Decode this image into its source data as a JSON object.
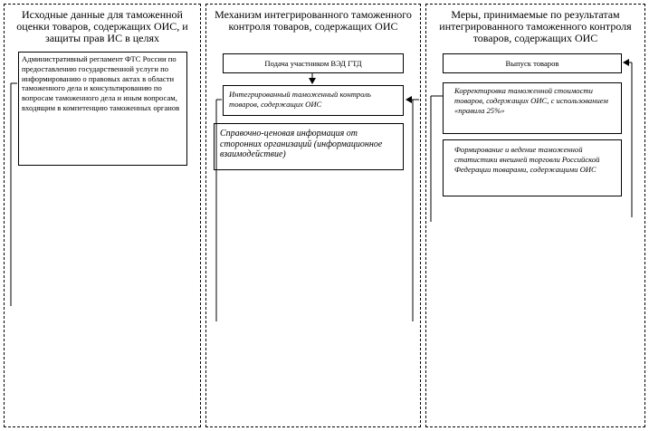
{
  "columns": [
    {
      "title": "Исходные данные для таможенной оценки товаров, содержащих ОИС, и защиты прав ИС в целях",
      "boxes": [
        {
          "text": "Административный регламент ФТС России по предоставлению государственной услуги по информированию о правовых актах в области таможенного дела и консультированию по вопросам таможенного дела и иным вопросам, входящим в компетенцию таможенных органов"
        }
      ]
    },
    {
      "title": "Механизм интегрированного таможенного контроля товаров, содержащих ОИС",
      "boxes": [
        {
          "text": "Подача участником ВЭД ГТД"
        },
        {
          "text": "Интегрированный таможенный контроль товаров, содержащих ОИС"
        },
        {
          "text": "Справочно-ценовая информация от сторонних организаций (информационное взаимодействие)"
        }
      ]
    },
    {
      "title": "Меры, принимаемые по результатам интегрированного таможенного контроля товаров, содержащих ОИС",
      "boxes": [
        {
          "text": "Выпуск товаров"
        },
        {
          "text": "Корректировка таможенной стоимости товаров, содержащих ОИС, с использованием «правила 25%»"
        },
        {
          "text": "Формирование и ведение таможенной статистики внешней торговли Российской Федерации товарами, содержащими ОИС"
        }
      ]
    }
  ]
}
